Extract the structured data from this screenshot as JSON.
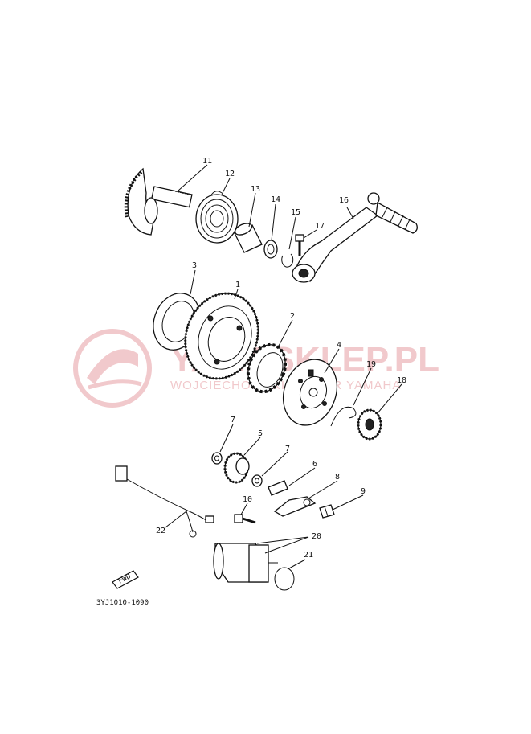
{
  "watermark": {
    "brand": "YAMASKLEP.PL",
    "subtitle": "WOJCIECHOWSKI DEALER YAMAHA"
  },
  "diagram_code": "3YJ1010-1090",
  "fwd_label": "FWD",
  "callouts": {
    "c1": "1",
    "c2": "2",
    "c3": "3",
    "c4": "4",
    "c5": "5",
    "c6": "6",
    "c7a": "7",
    "c7b": "7",
    "c8": "8",
    "c9": "9",
    "c10": "10",
    "c11": "11",
    "c12": "12",
    "c13": "13",
    "c14": "14",
    "c15": "15",
    "c16": "16",
    "c17": "17",
    "c18": "18",
    "c19": "19",
    "c20": "20",
    "c21": "21",
    "c22": "22"
  }
}
